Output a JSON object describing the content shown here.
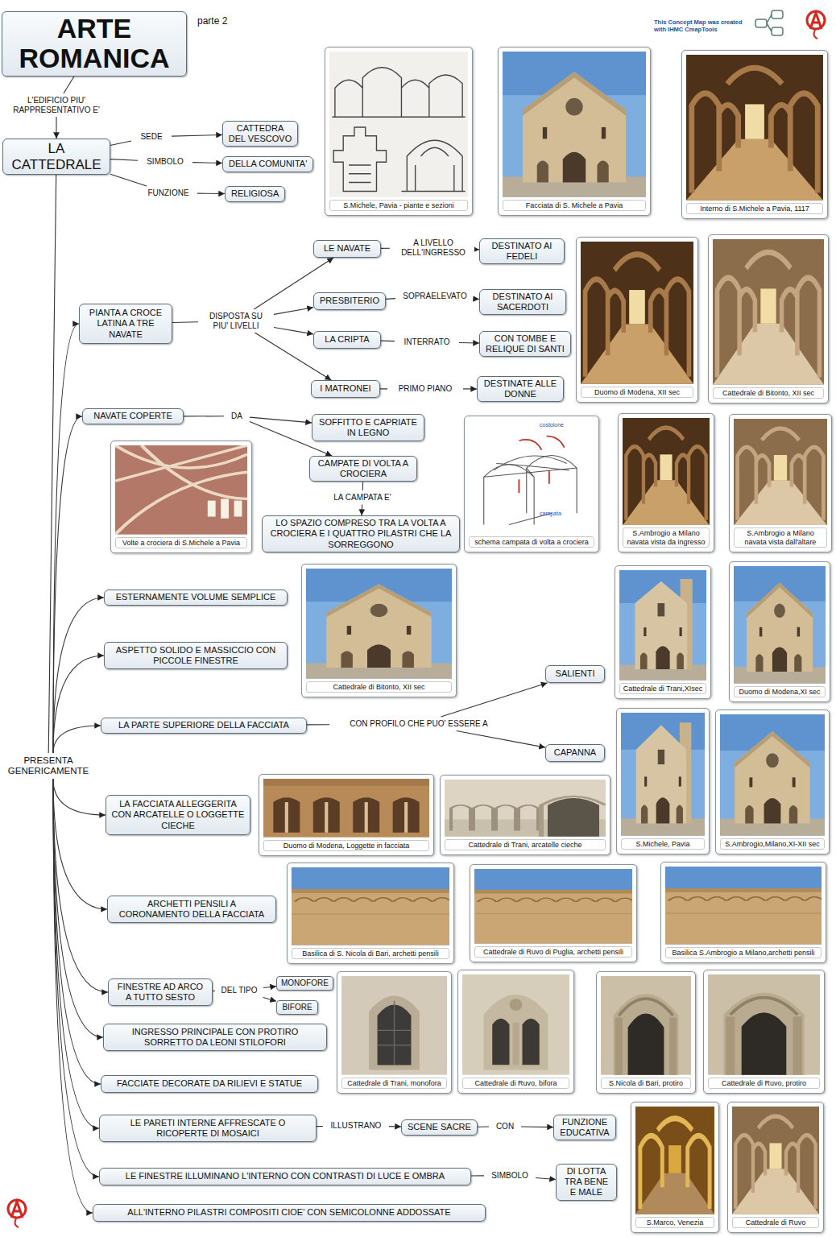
{
  "diagram": {
    "nodes": [
      {
        "text": [
          "ARTE ROMANICA"
        ]
      },
      {
        "text": [
          "L'EDIFICIO PIU' RAPPRESENTATIVO E'"
        ]
      },
      {
        "text": [
          "LA CATTEDRALE"
        ]
      },
      {
        "text": [
          "SEDE"
        ]
      },
      {
        "text": [
          "CATTEDRA DEL VESCOVO"
        ]
      },
      {
        "text": [
          "SIMBOLO"
        ]
      },
      {
        "text": [
          "DELLA COMUNITA'"
        ]
      },
      {
        "text": [
          "FUNZIONE"
        ]
      },
      {
        "text": [
          "RELIGIOSA"
        ]
      },
      {
        "text": [
          "S.Michele, Pavia - piante e sezioni"
        ]
      },
      {
        "text": [
          "Facciata di S. Michele a Pavia"
        ]
      },
      {
        "text": [
          "Interno di S.Michele a Pavia, 1117"
        ]
      },
      {
        "text": [
          "PIANTA A CROCE LATINA A TRE NAVATE"
        ]
      },
      {
        "text": [
          "DISPOSTA SU PIU' LIVELLI"
        ]
      },
      {
        "text": [
          "LE NAVATE"
        ]
      },
      {
        "text": [
          "A LIVELLO DELL'INGRESSO"
        ]
      },
      {
        "text": [
          "DESTINATO AI FEDELI"
        ]
      },
      {
        "text": [
          "PRESBITERIO"
        ]
      },
      {
        "text": [
          "SOPRAELEVATO"
        ]
      },
      {
        "text": [
          "DESTINATO AI SACERDOTI"
        ]
      },
      {
        "text": [
          "LA CRIPTA"
        ]
      },
      {
        "text": [
          "INTERRATO"
        ]
      },
      {
        "text": [
          "CON TOMBE E RELIQUE DI SANTI"
        ]
      },
      {
        "text": [
          "I MATRONEI"
        ]
      },
      {
        "text": [
          "PRIMO PIANO"
        ]
      },
      {
        "text": [
          "DESTINATE ALLE DONNE"
        ]
      },
      {
        "text": [
          "Duomo di Modena, XII sec"
        ]
      },
      {
        "text": [
          "Cattedrale di Bitonto, XII sec"
        ]
      },
      {
        "text": [
          "NAVATE COPERTE"
        ]
      },
      {
        "text": [
          "DA"
        ]
      },
      {
        "text": [
          "SOFFITTO E CAPRIATE IN LEGNO"
        ]
      },
      {
        "text": [
          "CAMPATE DI VOLTA A CROCIERA"
        ]
      },
      {
        "text": [
          "LA CAMPATA E'"
        ]
      },
      {
        "text": [
          "LO SPAZIO COMPRESO TRA LA VOLTA A CROCIERA E I QUATTRO PILASTRI CHE LA SORREGGONO"
        ]
      },
      {
        "text": [
          "Volte a crociera di S.Michele a Pavia"
        ]
      },
      {
        "text": [
          "schema campata di volta a crociera"
        ]
      },
      {
        "text": [
          "S.Ambrogio a Milano navata vista da ingresso"
        ]
      },
      {
        "text": [
          "S.Ambrogio a Milano navata vista dall'altare"
        ]
      },
      {
        "text": [
          "ESTERNAMENTE VOLUME SEMPLICE"
        ]
      },
      {
        "text": [
          "ASPETTO SOLIDO E MASSICCIO CON PICCOLE FINESTRE"
        ]
      },
      {
        "text": [
          "Cattedrale di Bitonto, XII sec"
        ]
      },
      {
        "text": [
          "Cattedrale di Trani,XIsec"
        ]
      },
      {
        "text": [
          "Duomo di Modena,XI sec"
        ]
      },
      {
        "text": [
          "LA PARTE SUPERIORE DELLA FACCIATA"
        ]
      },
      {
        "text": [
          "CON PROFILO CHE PUO' ESSERE A"
        ]
      },
      {
        "text": [
          "SALIENTI"
        ]
      },
      {
        "text": [
          "CAPANNA"
        ]
      },
      {
        "text": [
          "PRESENTA GENERICAMENTE"
        ]
      },
      {
        "text": [
          "LA FACCIATA ALLEGGERITA CON ARCATELLE O LOGGETTE CIECHE"
        ]
      },
      {
        "text": [
          "Duomo di Modena, Loggette in facciata"
        ]
      },
      {
        "text": [
          "Cattedrale di Trani, arcatelle cieche"
        ]
      },
      {
        "text": [
          "S.Michele, Pavia"
        ]
      },
      {
        "text": [
          "S.Ambrogio,Milano,XI-XII sec"
        ]
      },
      {
        "text": [
          "ARCHETTI PENSILI A CORONAMENTO DELLA FACCIATA"
        ]
      },
      {
        "text": [
          "Basilica di S. Nicola di Bari, archetti pensili"
        ]
      },
      {
        "text": [
          "Cattedrale di Ruvo di Puglia, archetti pensili"
        ]
      },
      {
        "text": [
          "Basilica S.Ambrogio a Milano,archetti pensili"
        ]
      },
      {
        "text": [
          "FINESTRE AD ARCO A TUTTO SESTO"
        ]
      },
      {
        "text": [
          "DEL TIPO"
        ]
      },
      {
        "text": [
          "MONOFORE"
        ]
      },
      {
        "text": [
          "BIFORE"
        ]
      },
      {
        "text": [
          "INGRESSO PRINCIPALE CON PROTIRO SORRETTO DA LEONI STILOFORI"
        ]
      },
      {
        "text": [
          "Cattedrale di Trani, monofora"
        ]
      },
      {
        "text": [
          "Cattedrale di Ruvo, bifora"
        ]
      },
      {
        "text": [
          "S.Nicola di Bari, protiro"
        ]
      },
      {
        "text": [
          "Cattedrale di Ruvo, protiro"
        ]
      },
      {
        "text": [
          "FACCIATE DECORATE DA RILIEVI E STATUE"
        ]
      },
      {
        "text": [
          "LE PARETI INTERNE AFFRESCATE O RICOPERTE DI MOSAICI"
        ]
      },
      {
        "text": [
          "ILLUSTRANO"
        ]
      },
      {
        "text": [
          "SCENE SACRE"
        ]
      },
      {
        "text": [
          "CON"
        ]
      },
      {
        "text": [
          "FUNZIONE EDUCATIVA"
        ]
      },
      {
        "text": [
          "LE FINESTRE ILLUMINANO L'INTERNO CON CONTRASTI DI LUCE E OMBRA"
        ]
      },
      {
        "text": [
          "SIMBOLO"
        ]
      },
      {
        "text": [
          "DI LOTTA TRA BENE E MALE"
        ]
      },
      {
        "text": [
          "ALL'INTERNO PILASTRI COMPOSITI CIOE' CON SEMICOLONNE ADDOSSATE"
        ]
      },
      {
        "text": [
          "S.Marco, Venezia"
        ]
      },
      {
        "text": [
          "Cattedrale di Ruvo"
        ]
      }
    ],
    "edges": [
      {
        "from": 0,
        "to": 1,
        "arrow": "none"
      },
      {
        "from": 1,
        "to": 2,
        "arrow": "to"
      },
      {
        "from": 2,
        "to": 3,
        "arrow": "none"
      },
      {
        "from": 3,
        "to": 4,
        "arrow": "to"
      },
      {
        "from": 2,
        "to": 5,
        "arrow": "none"
      },
      {
        "from": 5,
        "to": 6,
        "arrow": "to"
      },
      {
        "from": 2,
        "to": 7,
        "arrow": "none"
      },
      {
        "from": 7,
        "to": 8,
        "arrow": "to"
      },
      {
        "from": 2,
        "to": 47,
        "arrow": "none"
      },
      {
        "from": 47,
        "to": 12,
        "arrow": "to"
      },
      {
        "from": 12,
        "to": 13,
        "arrow": "none"
      },
      {
        "from": 13,
        "to": 14,
        "arrow": "to"
      },
      {
        "from": 13,
        "to": 17,
        "arrow": "to"
      },
      {
        "from": 13,
        "to": 20,
        "arrow": "to"
      },
      {
        "from": 13,
        "to": 23,
        "arrow": "to"
      },
      {
        "from": 14,
        "to": 15,
        "arrow": "none"
      },
      {
        "from": 15,
        "to": 16,
        "arrow": "to"
      },
      {
        "from": 17,
        "to": 18,
        "arrow": "none"
      },
      {
        "from": 18,
        "to": 19,
        "arrow": "to"
      },
      {
        "from": 20,
        "to": 21,
        "arrow": "none"
      },
      {
        "from": 21,
        "to": 22,
        "arrow": "to"
      },
      {
        "from": 23,
        "to": 24,
        "arrow": "none"
      },
      {
        "from": 24,
        "to": 25,
        "arrow": "to"
      },
      {
        "from": 47,
        "to": 28,
        "arrow": "to"
      },
      {
        "from": 28,
        "to": 29,
        "arrow": "none"
      },
      {
        "from": 29,
        "to": 30,
        "arrow": "to"
      },
      {
        "from": 29,
        "to": 31,
        "arrow": "to"
      },
      {
        "from": 31,
        "to": 32,
        "arrow": "none"
      },
      {
        "from": 32,
        "to": 33,
        "arrow": "to"
      },
      {
        "from": 47,
        "to": 38,
        "arrow": "to"
      },
      {
        "from": 47,
        "to": 39,
        "arrow": "to"
      },
      {
        "from": 47,
        "to": 43,
        "arrow": "to"
      },
      {
        "from": 43,
        "to": 44,
        "arrow": "none"
      },
      {
        "from": 44,
        "to": 45,
        "arrow": "to"
      },
      {
        "from": 44,
        "to": 46,
        "arrow": "to"
      },
      {
        "from": 47,
        "to": 48,
        "arrow": "to"
      },
      {
        "from": 47,
        "to": 53,
        "arrow": "to"
      },
      {
        "from": 47,
        "to": 57,
        "arrow": "to"
      },
      {
        "from": 57,
        "to": 58,
        "arrow": "none"
      },
      {
        "from": 58,
        "to": 59,
        "arrow": "to"
      },
      {
        "from": 58,
        "to": 60,
        "arrow": "to"
      },
      {
        "from": 47,
        "to": 61,
        "arrow": "to"
      },
      {
        "from": 47,
        "to": 66,
        "arrow": "to"
      },
      {
        "from": 47,
        "to": 67,
        "arrow": "to"
      },
      {
        "from": 67,
        "to": 68,
        "arrow": "none"
      },
      {
        "from": 68,
        "to": 69,
        "arrow": "to"
      },
      {
        "from": 69,
        "to": 70,
        "arrow": "none"
      },
      {
        "from": 70,
        "to": 71,
        "arrow": "to"
      },
      {
        "from": 47,
        "to": 72,
        "arrow": "to"
      },
      {
        "from": 72,
        "to": 73,
        "arrow": "none"
      },
      {
        "from": 73,
        "to": 74,
        "arrow": "to"
      },
      {
        "from": 47,
        "to": 75,
        "arrow": "to"
      }
    ],
    "labels": [
      "parte 2",
      "This Concept Map was created with IHMC CmapTools",
      "costolone",
      "campata"
    ]
  }
}
